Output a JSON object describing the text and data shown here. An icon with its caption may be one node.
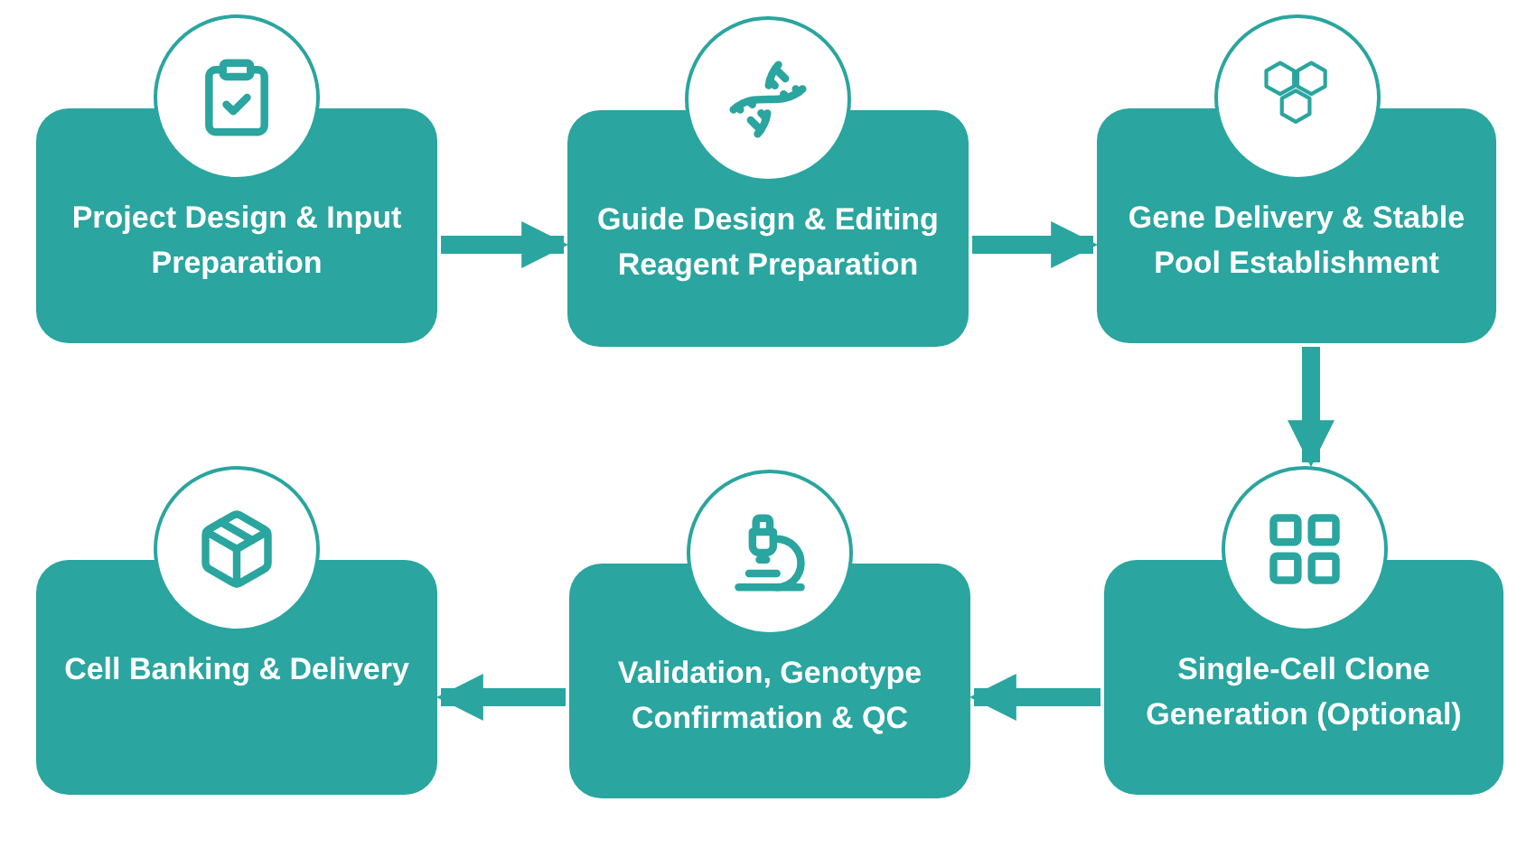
{
  "diagram": {
    "nodes": [
      {
        "text": [
          "Project Design & Input Preparation"
        ]
      },
      {
        "text": [
          "Guide Design & Editing Reagent Preparation"
        ]
      },
      {
        "text": [
          "Gene Delivery & Stable Pool Establishment"
        ]
      },
      {
        "text": [
          "Single-Cell Clone Generation (Optional)"
        ]
      },
      {
        "text": [
          "Validation, Genotype Confirmation & QC"
        ]
      },
      {
        "text": [
          "Cell Banking & Delivery"
        ]
      }
    ],
    "edges": [
      {
        "from": 0,
        "to": 1,
        "arrow": "to"
      },
      {
        "from": 1,
        "to": 2,
        "arrow": "to"
      },
      {
        "from": 2,
        "to": 3,
        "arrow": "to"
      },
      {
        "from": 3,
        "to": 4,
        "arrow": "to"
      },
      {
        "from": 4,
        "to": 5,
        "arrow": "to"
      }
    ]
  }
}
